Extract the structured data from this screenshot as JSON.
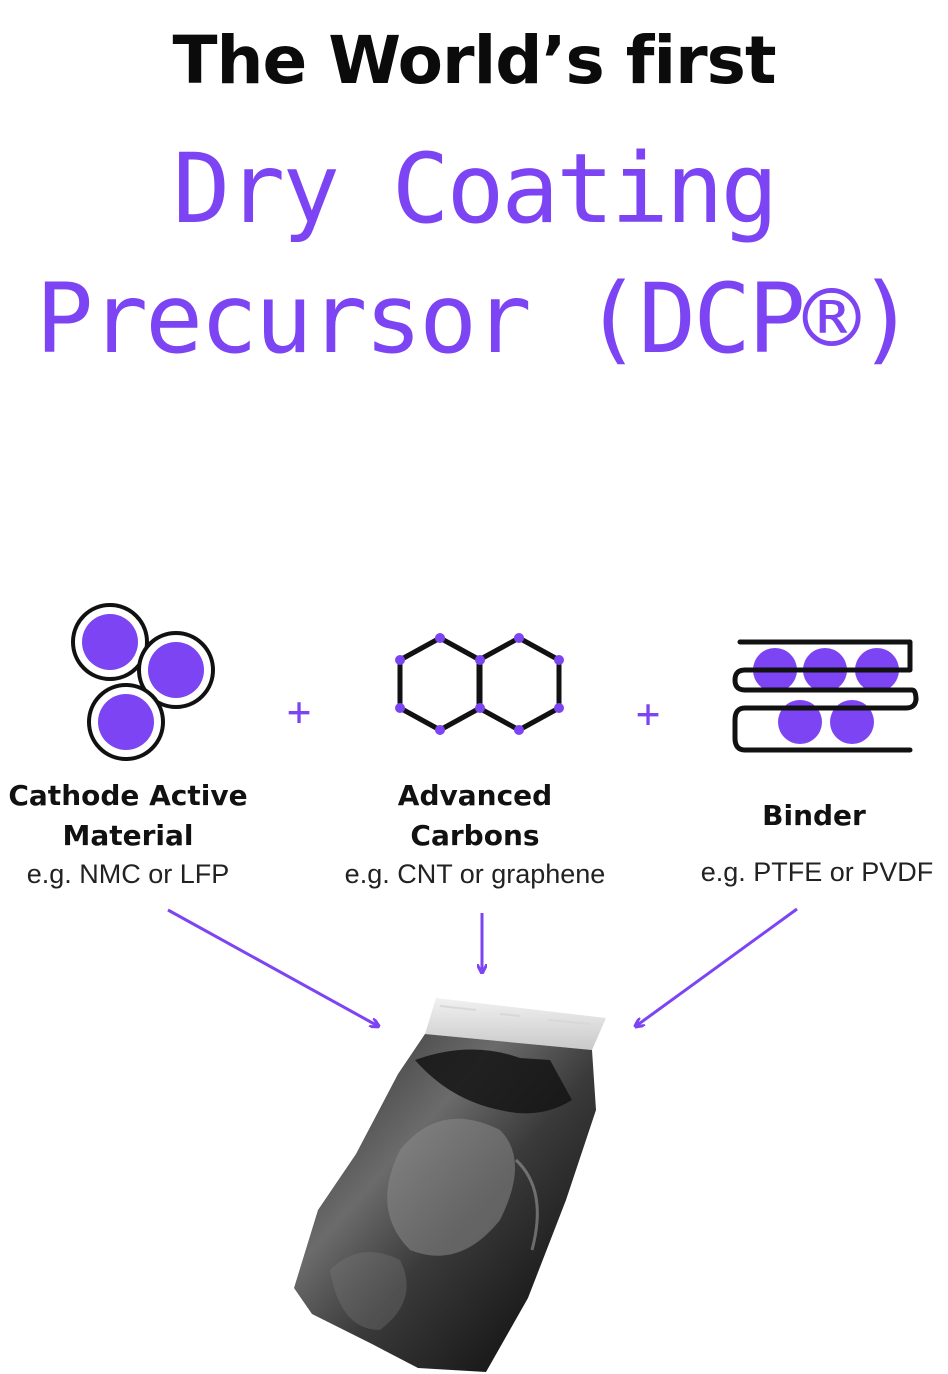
{
  "heading": {
    "line1": "The World’s first",
    "line2": "Dry Coating",
    "line3": "Precursor (DCP®)"
  },
  "ingredients": [
    {
      "title_line1": "Cathode Active",
      "title_line2": "Material",
      "example": "e.g. NMC or LFP",
      "icon": "particles-icon"
    },
    {
      "title_line1": "Advanced",
      "title_line2": "Carbons",
      "example": "e.g. CNT or graphene",
      "icon": "hexagon-icon"
    },
    {
      "title_line1": "Binder",
      "example": "e.g. PTFE or PVDF",
      "icon": "binder-icon"
    }
  ],
  "operators": {
    "plus1": "+",
    "plus2": "+"
  },
  "colors": {
    "accent": "#7c44f2",
    "text": "#111111",
    "background": "#ffffff"
  }
}
